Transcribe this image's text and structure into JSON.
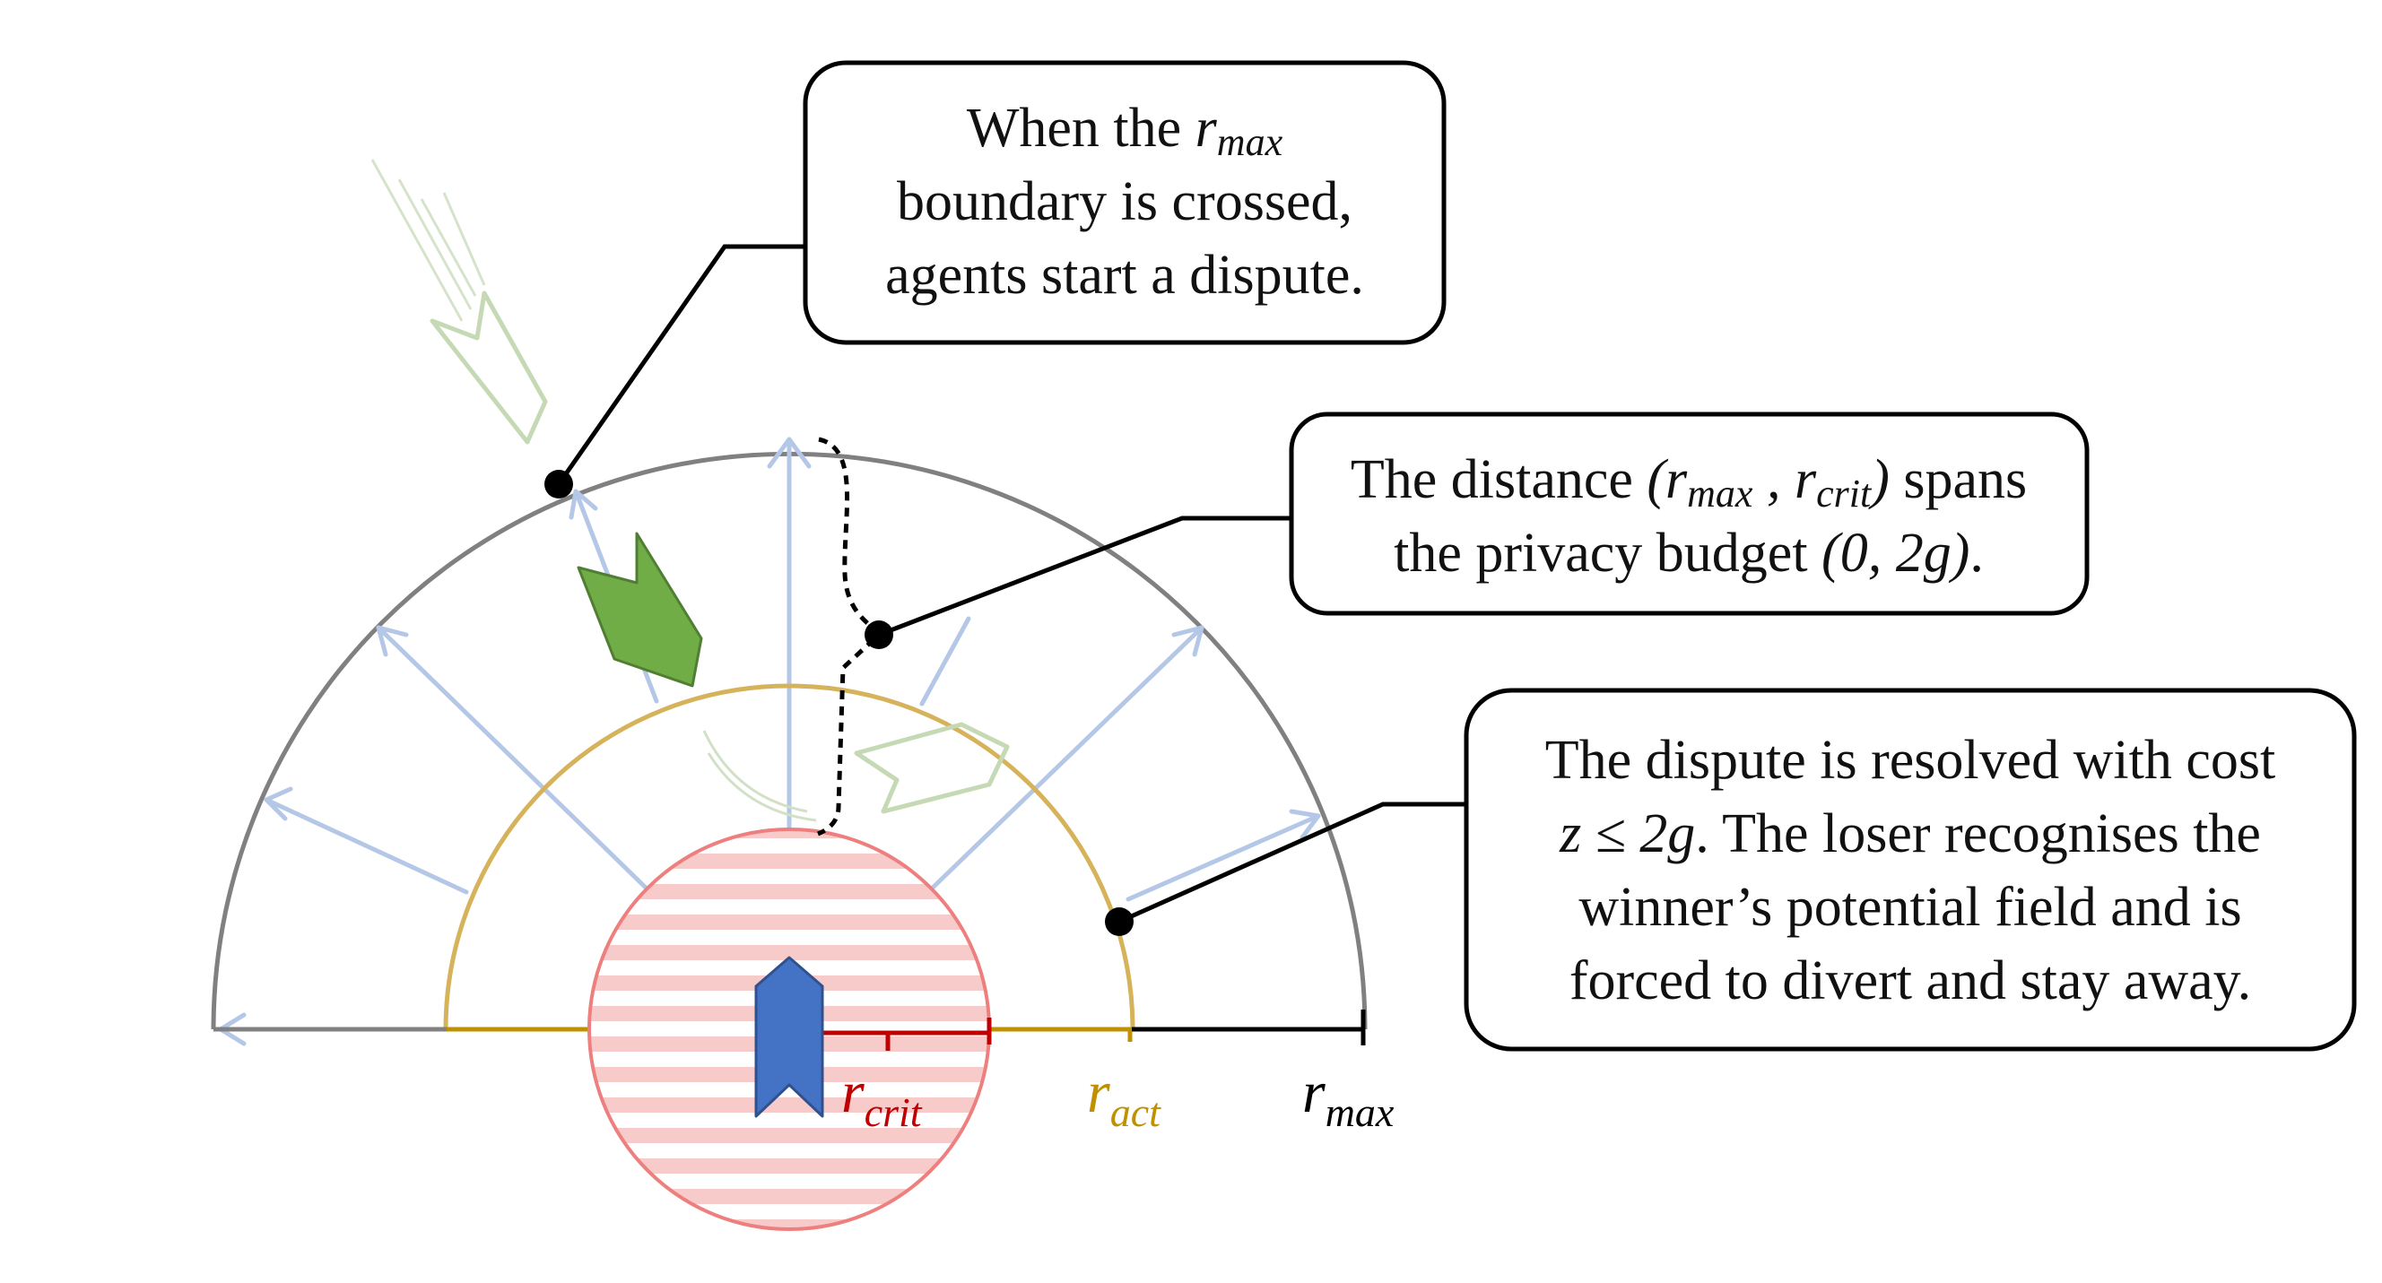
{
  "colors": {
    "outer_boundary": "#808080",
    "activation_ring": "#d6b35a",
    "critical_zone_fill": "#f8cbcb",
    "critical_zone_stroke": "#ee7f7f",
    "ego_agent": "#4472c4",
    "other_agent": "#70ad47",
    "ghost_agent": "#c5d9b4",
    "ray": "#b4c7e7",
    "r_crit_label": "#c00000",
    "r_act_label": "#bf9000",
    "r_max_label": "#000000"
  },
  "icons": {
    "ego_agent": "blue-chevron-arrow-icon",
    "other_agent": "green-chevron-arrow-icon"
  },
  "callouts": {
    "top": {
      "line1_pre": "When the ",
      "line1_var": "r",
      "line1_sub": "max",
      "line2": "boundary is crossed,",
      "line3": "agents start a dispute."
    },
    "middle": {
      "line1_pre": "The distance ",
      "open_paren": "(r",
      "sub1": "max",
      "comma": " , r",
      "sub2": "crit",
      "close_paren": ")",
      "line1_post": " spans",
      "line2_pre": "the privacy budget ",
      "line2_it": "(0, 2g)",
      "line2_post": "."
    },
    "bottom": {
      "line1": "The dispute is resolved with cost",
      "line2_it": "z ≤ 2g",
      "line2_post": ". The loser recognises the",
      "line3": "winner’s potential field and is",
      "line4": "forced to divert and stay away."
    }
  },
  "labels": {
    "r_crit": {
      "var": "r",
      "sub": "crit"
    },
    "r_act": {
      "var": "r",
      "sub": "act"
    },
    "r_max": {
      "var": "r",
      "sub": "max"
    }
  }
}
